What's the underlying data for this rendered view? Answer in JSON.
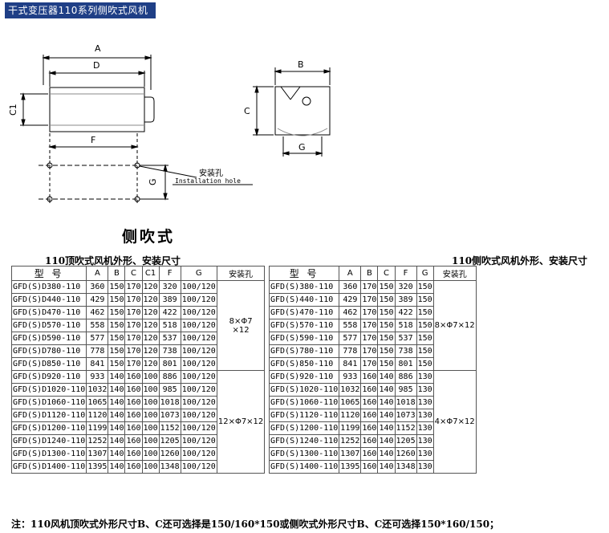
{
  "header": {
    "title": "干式变压器110系列侧吹式风机"
  },
  "drawing": {
    "dim_a": "A",
    "dim_d": "D",
    "dim_c1": "C1",
    "dim_f": "F",
    "dim_g_side": "G",
    "dim_b": "B",
    "dim_c": "C",
    "dim_g_end": "G",
    "hole_label_cn": "安装孔",
    "hole_label_en": "Installation hole"
  },
  "section": {
    "heading": "侧吹式"
  },
  "left_table": {
    "caption": "110顶吹式风机外形、安装尺寸",
    "headers": [
      "型 号",
      "A",
      "B",
      "C",
      "C1",
      "F",
      "G",
      "安装孔"
    ],
    "groups": [
      {
        "mount_lines": [
          "8×Φ7",
          "×12"
        ],
        "rows": [
          [
            "GFD(S)D380-110",
            "360",
            "150",
            "170",
            "120",
            "320",
            "100/120"
          ],
          [
            "GFD(S)D440-110",
            "429",
            "150",
            "170",
            "120",
            "389",
            "100/120"
          ],
          [
            "GFD(S)D470-110",
            "462",
            "150",
            "170",
            "120",
            "422",
            "100/120"
          ],
          [
            "GFD(S)D570-110",
            "558",
            "150",
            "170",
            "120",
            "518",
            "100/120"
          ],
          [
            "GFD(S)D590-110",
            "577",
            "150",
            "170",
            "120",
            "537",
            "100/120"
          ],
          [
            "GFD(S)D780-110",
            "778",
            "150",
            "170",
            "120",
            "738",
            "100/120"
          ],
          [
            "GFD(S)D850-110",
            "841",
            "150",
            "170",
            "120",
            "801",
            "100/120"
          ]
        ]
      },
      {
        "mount_lines": [
          "12×Φ7×12"
        ],
        "rows": [
          [
            "GFD(S)D920-110",
            "933",
            "140",
            "160",
            "100",
            "886",
            "100/120"
          ],
          [
            "GFD(S)D1020-110",
            "1032",
            "140",
            "160",
            "100",
            "985",
            "100/120"
          ],
          [
            "GFD(S)D1060-110",
            "1065",
            "140",
            "160",
            "100",
            "1018",
            "100/120"
          ],
          [
            "GFD(S)D1120-110",
            "1120",
            "140",
            "160",
            "100",
            "1073",
            "100/120"
          ],
          [
            "GFD(S)D1200-110",
            "1199",
            "140",
            "160",
            "100",
            "1152",
            "100/120"
          ],
          [
            "GFD(S)D1240-110",
            "1252",
            "140",
            "160",
            "100",
            "1205",
            "100/120"
          ],
          [
            "GFD(S)D1300-110",
            "1307",
            "140",
            "160",
            "100",
            "1260",
            "100/120"
          ],
          [
            "GFD(S)D1400-110",
            "1395",
            "140",
            "160",
            "100",
            "1348",
            "100/120"
          ]
        ]
      }
    ]
  },
  "right_table": {
    "caption": "110侧吹式风机外形、安装尺寸",
    "headers": [
      "型 号",
      "A",
      "B",
      "C",
      "F",
      "G",
      "安装孔"
    ],
    "groups": [
      {
        "mount_lines": [
          "8×Φ7×12"
        ],
        "rows": [
          [
            "GFD(S)380-110",
            "360",
            "170",
            "150",
            "320",
            "150"
          ],
          [
            "GFD(S)440-110",
            "429",
            "170",
            "150",
            "389",
            "150"
          ],
          [
            "GFD(S)470-110",
            "462",
            "170",
            "150",
            "422",
            "150"
          ],
          [
            "GFD(S)570-110",
            "558",
            "170",
            "150",
            "518",
            "150"
          ],
          [
            "GFD(S)590-110",
            "577",
            "170",
            "150",
            "537",
            "150"
          ],
          [
            "GFD(S)780-110",
            "778",
            "170",
            "150",
            "738",
            "150"
          ],
          [
            "GFD(S)850-110",
            "841",
            "170",
            "150",
            "801",
            "150"
          ]
        ]
      },
      {
        "mount_lines": [
          "4×Φ7×12"
        ],
        "rows": [
          [
            "GFD(S)920-110",
            "933",
            "160",
            "140",
            "886",
            "130"
          ],
          [
            "GFD(S)1020-110",
            "1032",
            "160",
            "140",
            "985",
            "130"
          ],
          [
            "GFD(S)1060-110",
            "1065",
            "160",
            "140",
            "1018",
            "130"
          ],
          [
            "GFD(S)1120-110",
            "1120",
            "160",
            "140",
            "1073",
            "130"
          ],
          [
            "GFD(S)1200-110",
            "1199",
            "160",
            "140",
            "1152",
            "130"
          ],
          [
            "GFD(S)1240-110",
            "1252",
            "160",
            "140",
            "1205",
            "130"
          ],
          [
            "GFD(S)1300-110",
            "1307",
            "160",
            "140",
            "1260",
            "130"
          ],
          [
            "GFD(S)1400-110",
            "1395",
            "160",
            "140",
            "1348",
            "130"
          ]
        ]
      }
    ]
  },
  "note": {
    "text": "注：110风机顶吹式外形尺寸B、C还可选择是150/160*150或侧吹式外形尺寸B、C还可选择150*160/150；"
  }
}
